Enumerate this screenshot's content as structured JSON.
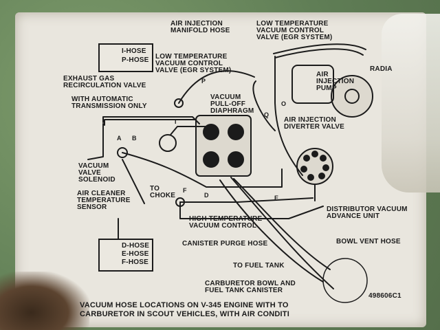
{
  "labels": {
    "air_injection_manifold_hose": "AIR INJECTION\nMANIFOLD HOSE",
    "low_temp_vacuum_control_egr_top": "LOW TEMPERATURE\nVACUUM CONTROL\nVALVE (EGR SYSTEM)",
    "radiator": "RADIA",
    "low_temp_vacuum_control_egr_left": "LOW TEMPERATURE\nVACUUM CONTROL\nVALVE (EGR SYSTEM)",
    "exhaust_gas_recirc_valve": "EXHAUST GAS\nRECIRCULATION VALVE",
    "air_injection_pump": "AIR\nINJECTION\nPUMP",
    "with_automatic_transmission": "WITH AUTOMATIC\nTRANSMISSION ONLY",
    "vacuum_pulloff_diaphragm": "VACUUM\nPULL-OFF\nDIAPHRAGM",
    "air_injection_diverter_valve": "AIR INJECTION\nDIVERTER VALVE",
    "vacuum_valve_solenoid": "VACUUM\nVALVE\nSOLENOID",
    "air_cleaner_temp_sensor": "AIR CLEANER\nTEMPERATURE\nSENSOR",
    "to_choke": "TO\nCHOKE",
    "distributor_vacuum_advance": "DISTRIBUTOR VACUUM\nADVANCE UNIT",
    "high_temp_vacuum_control": "HIGH TEMPERATURE\nVACUUM CONTROL",
    "canister_purge_hose": "CANISTER PURGE HOSE",
    "bowl_vent_hose": "BOWL VENT HOSE",
    "to_fuel_tank": "TO FUEL TANK",
    "carb_bowl_fuel_tank_canister": "CARBURETOR BOWL AND\nFUEL TANK CANISTER",
    "part_number": "498606C1",
    "caption": "VACUUM HOSE LOCATIONS ON V-345 ENGINE WITH TO\nCARBURETOR IN SCOUT VEHICLES, WITH AIR CONDITI"
  },
  "hose_box_top": [
    "I-HOSE",
    "P-HOSE"
  ],
  "hose_box_bottom": [
    "D-HOSE",
    "E-HOSE",
    "F-HOSE"
  ],
  "hose_letters": {
    "P": "P",
    "O": "O",
    "Q": "Q",
    "I": "I",
    "A": "A",
    "B": "B",
    "F": "F",
    "D": "D",
    "E": "E"
  }
}
